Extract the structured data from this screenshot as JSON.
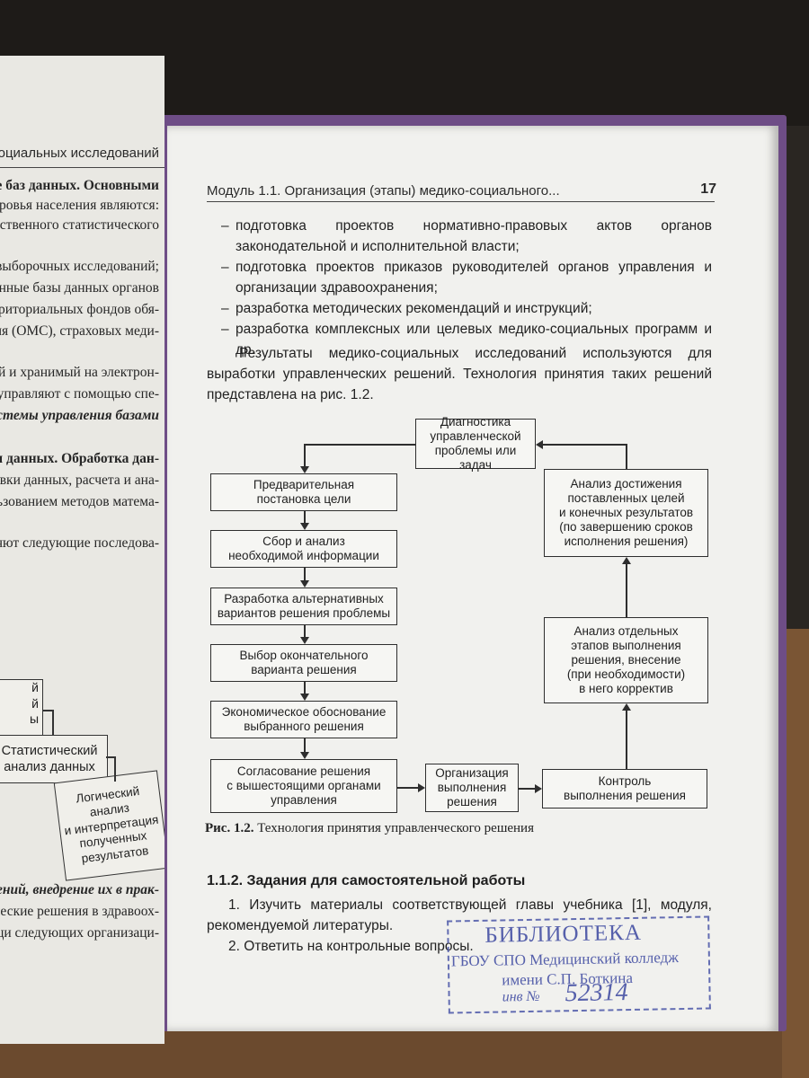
{
  "left_page": {
    "header": "ико-социальных исследований",
    "lines": [
      "ование баз данных. Основными",
      "здоровья населения являются:",
      "домственного статистического",
      "",
      "х выборочных исследований;",
      "данные базы данных органов",
      "ерриториальных фондов обя-",
      "ования (ОМС), страховых меди-",
      "",
      "льный и хранимый на электрон-",
      "ым управляют с помощью спе-",
      "— системы управления базами",
      "",
      "изация данных. Обработка дан-",
      "ировки данных, расчета и ана-",
      "ользованием методов матема-",
      "",
      "еляют следующие последова-"
    ],
    "flow": [
      "й\nй\nы",
      "Статистический\nанализ данных",
      "Логический анализ\nи интерпретация\nполученных\nрезультатов"
    ],
    "bottom_lines": [
      "решений, внедрение их в прак-",
      "ческие решения в здравоох-",
      "ощи следующих организаци-"
    ]
  },
  "page": {
    "running_head": "Модуль 1.1. Организация (этапы) медико-социального...",
    "page_number": "17",
    "bullets": [
      "подготовка проектов нормативно-правовых актов органов законодательной и исполнительной власти;",
      "подготовка проектов приказов руководителей органов управления и организации здравоохранения;",
      "разработка методических рекомендаций и инструкций;",
      "разработка комплексных или целевых медико-социальных программ и др."
    ],
    "bullet_dash": "–",
    "paragraph": "Результаты медико-социальных исследований используются для выработки управленческих решений. Технология принятия таких решений представлена на рис. 1.2.",
    "flowchart": {
      "top": "Диагностика\nуправленческой\nпроблемы или задач",
      "left_column": [
        "Предварительная\nпостановка цели",
        "Сбор и анализ\nнеобходимой информации",
        "Разработка альтернативных\nвариантов решения проблемы",
        "Выбор окончательного\nварианта решения",
        "Экономическое обоснование\nвыбранного решения",
        "Согласование решения\nс вышестоящими органами\nуправления"
      ],
      "middle": "Организация\nвыполнения\nрешения",
      "control": "Контроль\nвыполнения решения",
      "right_lower": "Анализ отдельных\nэтапов выполнения\nрешения, внесение\n(при необходимости)\nв него корректив",
      "right_upper": "Анализ достижения\nпоставленных целей\nи конечных результатов\n(по завершению сроков\nисполнения решения)"
    },
    "caption_label": "Рис. 1.2.",
    "caption_text": " Технология принятия управленческого решения",
    "section_title": "1.1.2. Задания для самостоятельной работы",
    "tasks": [
      "1. Изучить материалы соответствующей главы учебника [1], модуля, рекомендуемой литературы.",
      "2. Ответить на контрольные вопросы."
    ]
  },
  "stamp": {
    "line1": "БИБЛИОТЕКА",
    "line2": "ГБОУ СПО Медицинский колледж",
    "line3": "имени С.П. Боткина",
    "inv_label": "инв №",
    "inv_number": "52314"
  }
}
